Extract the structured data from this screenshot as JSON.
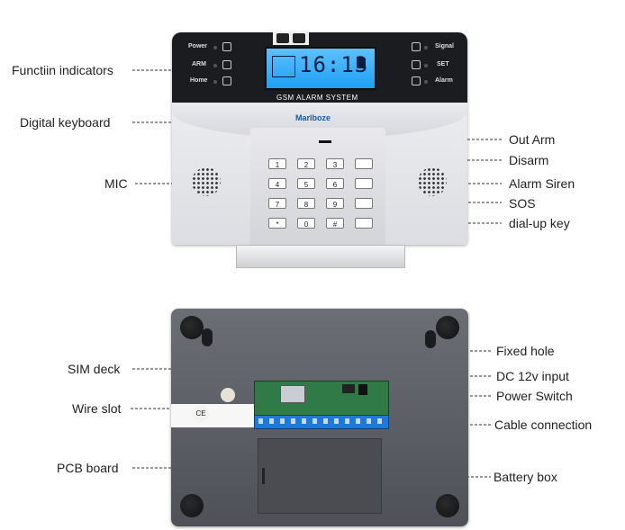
{
  "device_top": {
    "display_text": "GSM ALARM SYSTEM",
    "lcd_time": "16:13",
    "brand": "Marlboze",
    "indicators_left": [
      "Power",
      "ARM",
      "Home"
    ],
    "indicators_right": [
      "Signal",
      "SET",
      "Alarm"
    ],
    "keys": [
      "1",
      "2",
      "3",
      "4",
      "5",
      "6",
      "7",
      "8",
      "9",
      "*",
      "0",
      "#"
    ]
  },
  "device_bottom": {
    "ce_mark": "CE"
  },
  "callouts_top_left": [
    "Functiin indicators",
    "Digital keyboard",
    "MIC"
  ],
  "callouts_top_right": [
    "Out Arm",
    "Disarm",
    "Alarm Siren",
    "SOS",
    "dial-up key"
  ],
  "callouts_bottom_left": [
    "SIM deck",
    "Wire slot",
    "PCB board"
  ],
  "callouts_bottom_right": [
    "Fixed hole",
    "DC 12v input",
    "Power Switch",
    "Cable connection",
    "Battery box"
  ],
  "colors": {
    "lcd": "#1ea0f3",
    "panel": "#1b1c1f",
    "case_dark": "#5a5d63",
    "pcb": "#2f7a46",
    "terminal": "#1e7ad6"
  }
}
